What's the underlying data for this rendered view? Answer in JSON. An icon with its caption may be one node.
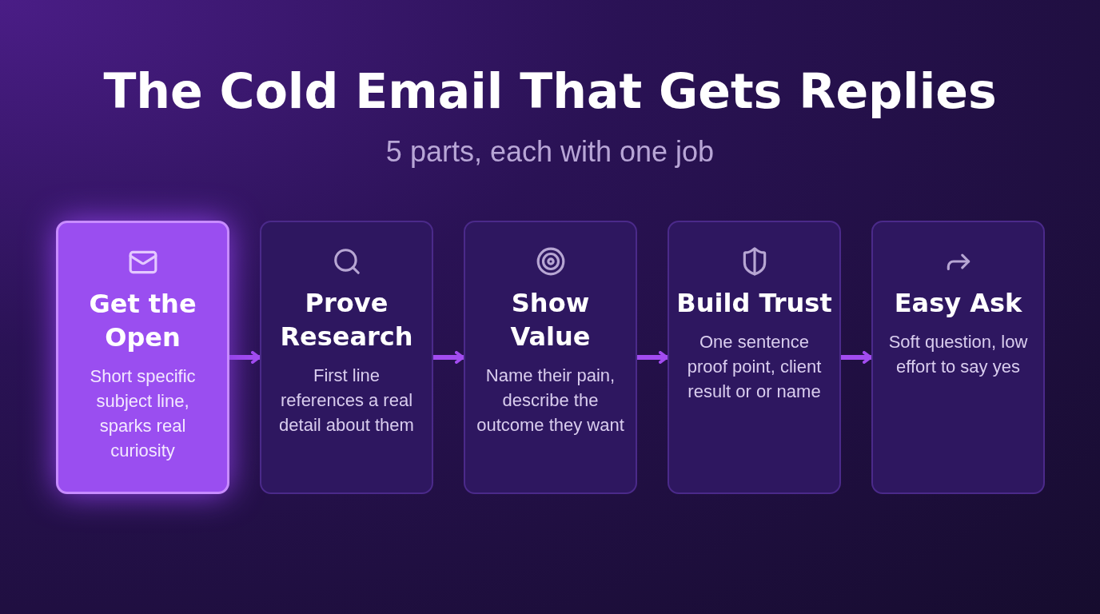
{
  "diagram": {
    "title": "The Cold Email That Gets Replies",
    "caption": "5 parts, each with one job",
    "nodes": [
      {
        "text": [
          "Get the Open",
          "Short specific subject line, sparks real curiosity"
        ]
      },
      {
        "text": [
          "Prove Research",
          "First line references a real detail about them"
        ]
      },
      {
        "text": [
          "Show Value",
          "Name their pain, describe the outcome they want"
        ]
      },
      {
        "text": [
          "Build Trust",
          "One sentence proof point, client result or or name"
        ]
      },
      {
        "text": [
          "Easy Ask",
          "Soft question, low effort to say yes"
        ]
      }
    ],
    "edges": [
      {
        "from": 0,
        "to": 1,
        "arrow": "to"
      },
      {
        "from": 1,
        "to": 2,
        "arrow": "to"
      },
      {
        "from": 2,
        "to": 3,
        "arrow": "to"
      },
      {
        "from": 3,
        "to": 4,
        "arrow": "to"
      }
    ]
  }
}
